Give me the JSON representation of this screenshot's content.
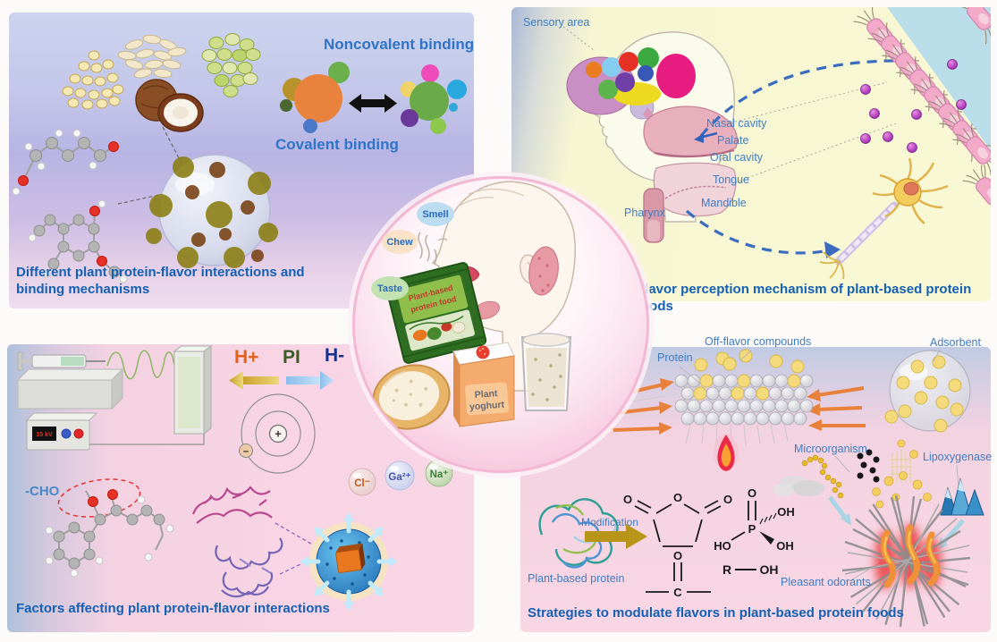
{
  "top_left": {
    "noncovalent": "Noncovalent binding",
    "covalent": "Covalent binding",
    "caption": "Different plant protein-flavor interactions and binding mechanisms"
  },
  "top_right": {
    "sensory_area": "Sensory area",
    "nasal_cavity": "Nasal cavity",
    "palate": "Palate",
    "oral_cavity": "Oral cavity",
    "tongue": "Tongue",
    "mandible": "Mandible",
    "pharynx": "Pharynx",
    "caption": "Flavor perception mechanism of plant-based protein foods"
  },
  "bottom_left": {
    "h_plus": "H+",
    "pi": "PI",
    "h_minus": "H-",
    "voltage": "15 kV",
    "cho": "-CHO",
    "nucleus_charge": "+",
    "electron_charge": "−",
    "ion_cl": "Cl⁻",
    "ion_ga": "Ga²⁺",
    "ion_na": "Na⁺",
    "caption": "Factors affecting plant protein-flavor interactions"
  },
  "bottom_right": {
    "protein": "Protein",
    "off_flavor": "Off-flavor compounds",
    "adsorbent": "Adsorbent",
    "microorganism": "Microorganism",
    "lipoxygenase": "Lipoxygenase",
    "modification": "Modification",
    "plant_based_protein": "Plant-based protein",
    "pleasant_odorants": "Pleasant odorants",
    "chem": {
      "o": "O",
      "p": "P",
      "c": "C",
      "r": "R",
      "oh": "OH",
      "ho": "HO"
    },
    "caption": "Strategies to modulate flavors in plant-based protein foods"
  },
  "center": {
    "smell": "Smell",
    "chew": "Chew",
    "taste": "Taste",
    "packet_line1": "Plant-based",
    "packet_line2": "protein food",
    "yoghurt_line1": "Plant",
    "yoghurt_line2": "yoghurt"
  },
  "colors": {
    "caption_blue": "#1460b4",
    "label_blue": "#3f7dc2",
    "h_plus_orange": "#e2621b",
    "pi_green": "#3d5c28",
    "h_minus_navy": "#16328c",
    "panel_yellow": "#f8f8d4",
    "panel_pink": "#f8d4e4",
    "panel_lavender": "#b7b4e3"
  }
}
